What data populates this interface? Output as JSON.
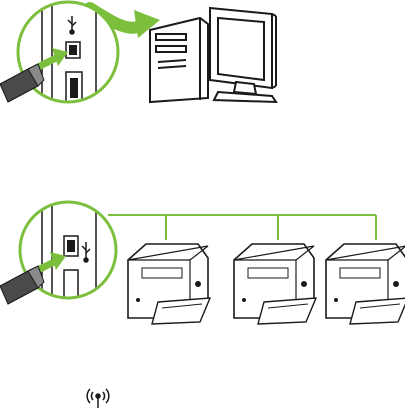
{
  "diagram": {
    "accent_color": "#7bbf3c",
    "outline_color": "#1a1a1a",
    "top_scene": {
      "port_icons": [
        "usb-icon",
        "usb-port-icon",
        "ethernet-port-icon"
      ],
      "device": "usb-flash-drive",
      "target": "desktop-computer"
    },
    "middle_scene": {
      "port_icons": [
        "usb-port-icon",
        "usb-icon"
      ],
      "device": "usb-flash-drive",
      "targets": [
        "printer",
        "printer",
        "printer"
      ]
    },
    "bottom_scene": {
      "icon": "wireless-icon"
    }
  }
}
